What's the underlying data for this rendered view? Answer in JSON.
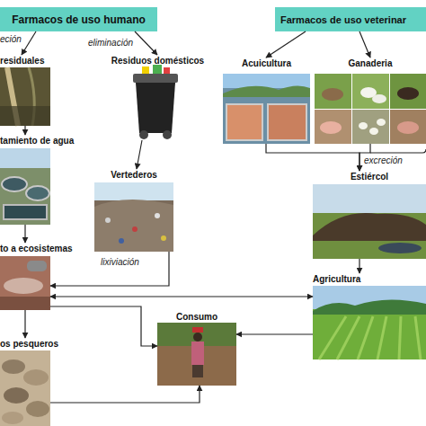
{
  "diagram": {
    "nodes": [
      {
        "text": [
          "Farmacos de uso humano"
        ]
      },
      {
        "text": [
          "Farmacos de uso veterinar"
        ]
      },
      {
        "text": [
          "residuales"
        ]
      },
      {
        "text": [
          "Residuos domésticos"
        ]
      },
      {
        "text": [
          "Acuicultura"
        ]
      },
      {
        "text": [
          "Ganaderia"
        ]
      },
      {
        "text": [
          "tamiento de agua"
        ]
      },
      {
        "text": [
          "Vertederos"
        ]
      },
      {
        "text": [
          "Estiércol"
        ]
      },
      {
        "text": [
          "to a ecosistemas"
        ]
      },
      {
        "text": [
          "Agricultura"
        ]
      },
      {
        "text": [
          "Consumo"
        ]
      },
      {
        "text": [
          "os pesqueros"
        ]
      }
    ],
    "edges": [
      {
        "from": 0,
        "to": 2,
        "label": "eción",
        "arrow": "to"
      },
      {
        "from": 0,
        "to": 3,
        "label": "eliminación",
        "arrow": "to"
      },
      {
        "from": 1,
        "to": 4,
        "arrow": "to"
      },
      {
        "from": 1,
        "to": 5,
        "arrow": "to"
      },
      {
        "from": 2,
        "to": 6,
        "arrow": "to"
      },
      {
        "from": 3,
        "to": 7,
        "arrow": "to"
      },
      {
        "from": 4,
        "to": 8,
        "arrow": "to"
      },
      {
        "from": 5,
        "to": 8,
        "label": "excreción",
        "arrow": "to"
      },
      {
        "from": 6,
        "to": 9,
        "arrow": "to"
      },
      {
        "from": 7,
        "to": 9,
        "label": "lixiviación",
        "arrow": "to"
      },
      {
        "from": 8,
        "to": 10,
        "arrow": "to"
      },
      {
        "from": 9,
        "to": 12,
        "arrow": "to"
      },
      {
        "from": 9,
        "to": 10,
        "arrow": "both"
      },
      {
        "from": 9,
        "to": 11,
        "arrow": "to"
      },
      {
        "from": 10,
        "to": 11,
        "arrow": "to"
      },
      {
        "from": 12,
        "to": 11,
        "arrow": "to"
      }
    ]
  }
}
